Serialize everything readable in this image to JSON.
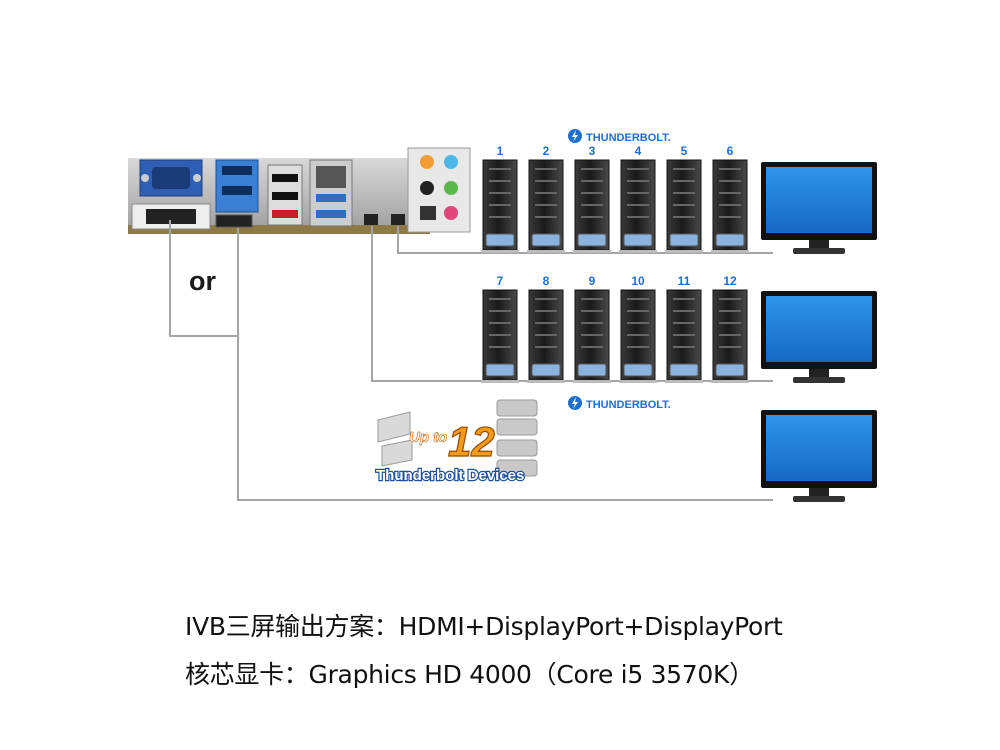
{
  "thunderbolt_label_top": "THUNDERBOLT.",
  "thunderbolt_label_bottom": "THUNDERBOLT.",
  "or_label": "or",
  "devices_row1": [
    "1",
    "2",
    "3",
    "4",
    "5",
    "6"
  ],
  "devices_row2": [
    "7",
    "8",
    "9",
    "10",
    "11",
    "12"
  ],
  "badge": {
    "prefix": "Up to",
    "number": "12",
    "subtitle": "Thunderbolt Devices"
  },
  "captions": {
    "line1": "IVB三屏输出方案：HDMI+DisplayPort+DisplayPort",
    "line2": "核芯显卡：Graphics HD 4000（Core i5 3570K）"
  },
  "colors": {
    "device_number": "#1f6fd0",
    "thunderbolt_blue": "#1f6fd0",
    "screen_blue": "#1e7fd6",
    "cable_gray": "#9a9a9a",
    "badge_orange": "#f29a1a"
  }
}
